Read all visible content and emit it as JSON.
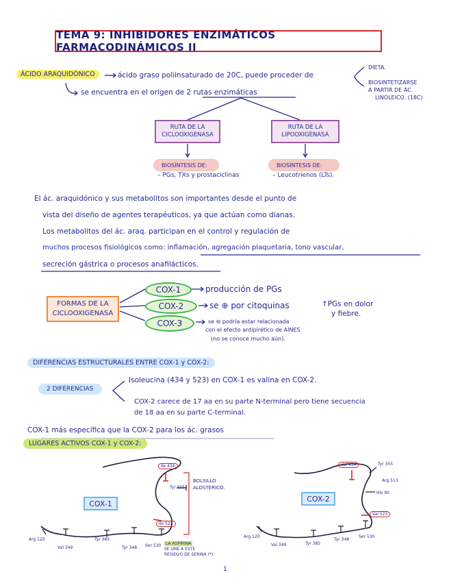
{
  "title": "TEMA 9: INHIBIDORES ENZIMÁTICOS FARMACODINÁMICOS II",
  "arachidonic": {
    "label": "ÁCIDO ARAQUIDÓNICO",
    "line1": "ácido graso poliinsaturado de 20C, puede proceder de",
    "sources": [
      "DIETA.",
      "BIOSINTETIZARSE",
      "A PARTIR DE ÁC.",
      "LINOLEICO. (18C)"
    ],
    "line2": "se encuentra en el origen de 2 rutas enzimáticas",
    "route1": {
      "box": [
        "RUTA DE LA",
        "CICLOOXIGENASA"
      ],
      "bio": "BIOSÍNTESIS DE:",
      "products": "– PGs, TXs y prostaciclinas"
    },
    "route2": {
      "box": [
        "RUTA DE LA",
        "LIPOOXIGENASA"
      ],
      "bio": "BIOSÍNTESIS DE:",
      "products": "– Leucotrienos (LTs)."
    }
  },
  "paragraph": [
    "El ác. araquidónico y sus metabolitos son importantes desde el punto de",
    "vista del diseño de agentes terapéuticos, ya que actúan como dianas.",
    "Los metabolitos del ác. araq. participan en el control y regulación de",
    "muchos procesos fisiológicos como: inflamación, agregación plaquetaria, tono vascular,",
    "secreción gástrica o procesos anafilácticos."
  ],
  "forms": {
    "box": [
      "FORMAS DE LA",
      "CICLOOXIGENASA"
    ],
    "cox1": {
      "label": "COX-1",
      "text": "producción de PGs"
    },
    "cox2": {
      "label": "COX-2",
      "text": "se ⊕ por citoquinas",
      "effect1": "↑PGs en dolor",
      "effect2": "y fiebre."
    },
    "cox3": {
      "label": "COX-3",
      "lines": [
        "se ⊖ podría estar relacionada",
        "con el efecto antipirético de AINES.",
        "(no se conoce mucho aún)."
      ]
    }
  },
  "differences": {
    "header": "DIFERENCIAS ESTRUCTURALES ENTRE COX-1 y COX-2:",
    "label": "2 DIFERENCIAS",
    "d1": "Isoleucina (434 y 523) en COX-1 es valina en COX-2.",
    "d2a": "COX-2 carece de 17 aa en su parte N-terminal pero tiene secuencia",
    "d2b": "de 18 aa en su parte C-terminal."
  },
  "specificity": "COX-1 más específica que la COX-2 para los ác. grasos",
  "active_sites": {
    "header": "LUGARES ACTIVOS COX-1 y COX-2:",
    "cox1_label": "COX-1",
    "cox2_label": "COX-2",
    "pocket": [
      "BOLSILLO",
      "ALOSTÉRICO."
    ],
    "ser_note": [
      "LA ASPIRINA",
      "SE UNE A ESTE",
      "RESIDUO DE SERINA (*)"
    ],
    "residues1": {
      "ile434": "Ile 434",
      "tyr355": "Tyr 355",
      "ile523": "Ile 523",
      "arg120": "Arg 120",
      "val349": "Val 349",
      "tyr385": "Tyr 385",
      "tyr348": "Tyr 348",
      "ser530": "Ser 530"
    },
    "residues2": {
      "val434": "Val 434",
      "tyr355": "Tyr 355",
      "arg513": "Arg 513",
      "his90": "His 90",
      "val523": "Val 523",
      "arg120": "Arg 120",
      "val349": "Val 349",
      "tyr385": "Tyr 385",
      "tyr348": "Tyr 348",
      "ser530": "Ser 530"
    }
  },
  "page_number": "1",
  "colors": {
    "ink": "#27288f",
    "title_border": "#d8262d",
    "yellow": "#f5ef6a",
    "blue": "#cfe7fb",
    "green": "#cdea74",
    "pink": "#f6c9c6",
    "purple": "#9a5aa8",
    "orange": "#f08a3c"
  }
}
